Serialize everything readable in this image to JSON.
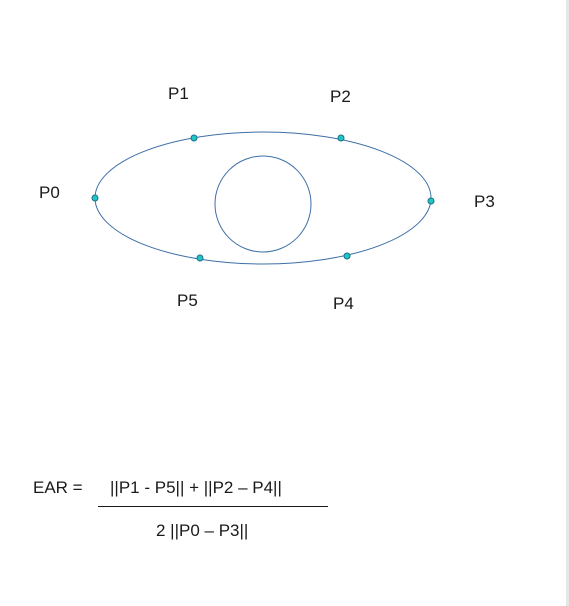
{
  "diagram": {
    "points": [
      {
        "id": "P0",
        "label": "P0"
      },
      {
        "id": "P1",
        "label": "P1"
      },
      {
        "id": "P2",
        "label": "P2"
      },
      {
        "id": "P3",
        "label": "P3"
      },
      {
        "id": "P4",
        "label": "P4"
      },
      {
        "id": "P5",
        "label": "P5"
      }
    ],
    "colors": {
      "outline": "#3e6fa6",
      "point_fill": "#1fc7c2",
      "point_stroke": "#1a6f8c"
    }
  },
  "formula": {
    "lhs": "EAR =",
    "numerator": "||P1 - P5|| + ||P2 – P4||",
    "denominator": "2 ||P0 – P3||"
  }
}
